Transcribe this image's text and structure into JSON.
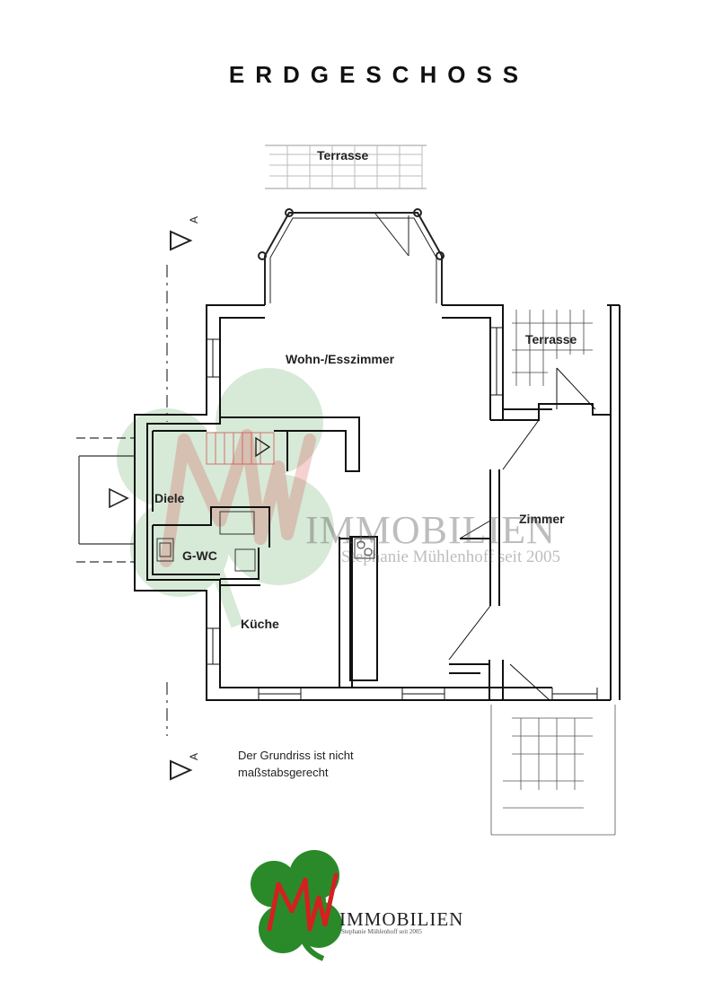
{
  "title": "ERDGESCHOSS",
  "rooms": {
    "terrasse_top": "Terrasse",
    "wohn_esszimmer": "Wohn-/Esszimmer",
    "terrasse_right": "Terrasse",
    "diele": "Diele",
    "g_wc": "G-WC",
    "zimmer": "Zimmer",
    "kueche": "Küche"
  },
  "section_marker": "A",
  "note": {
    "line1": "Der Grundriss ist nicht",
    "line2": "maßstabsgerecht"
  },
  "watermark": {
    "brand": "IMMOBILIEN",
    "tagline": "Stephanie Mühlenhoff seit 2005"
  },
  "logo": {
    "brand": "IMMOBILIEN",
    "tagline": "Stephanie Mühlenhoff seit 2005",
    "colors": {
      "clover": "#2a8a2a",
      "letters": "#d42020"
    }
  }
}
